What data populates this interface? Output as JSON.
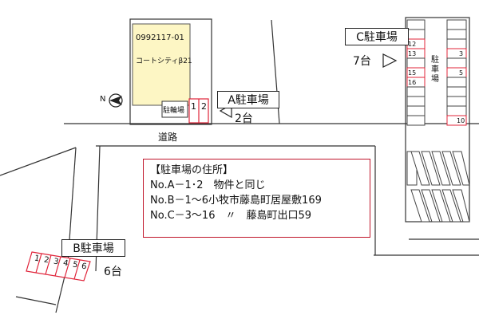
{
  "building": {
    "code": "0992117-01",
    "name": "コートシティβ21",
    "bike_parking": "駐輪場"
  },
  "lot_a": {
    "title": "A駐車場",
    "count": "2台",
    "spaces": [
      "1",
      "2"
    ]
  },
  "lot_b": {
    "title": "B駐車場",
    "count": "6台",
    "spaces": [
      "1",
      "2",
      "3",
      "4",
      "5",
      "6"
    ]
  },
  "lot_c": {
    "title": "C駐車場",
    "count": "7台",
    "label_vertical": "駐車場",
    "spaces": [
      "12",
      "13",
      "15",
      "16",
      "3",
      "5",
      "10"
    ]
  },
  "road_label": "道路",
  "compass": "N",
  "addresses": {
    "heading": "【駐車場の住所】",
    "lines": [
      "No.A－1･2　物件と同じ",
      "No.B－1～6小牧市藤島町居屋敷169",
      "No.C－3～16　〃　藤島町出口59"
    ]
  },
  "colors": {
    "building_fill": "#fdf6c4",
    "highlight_space": "#e0243a",
    "info_border": "#c0152a"
  }
}
